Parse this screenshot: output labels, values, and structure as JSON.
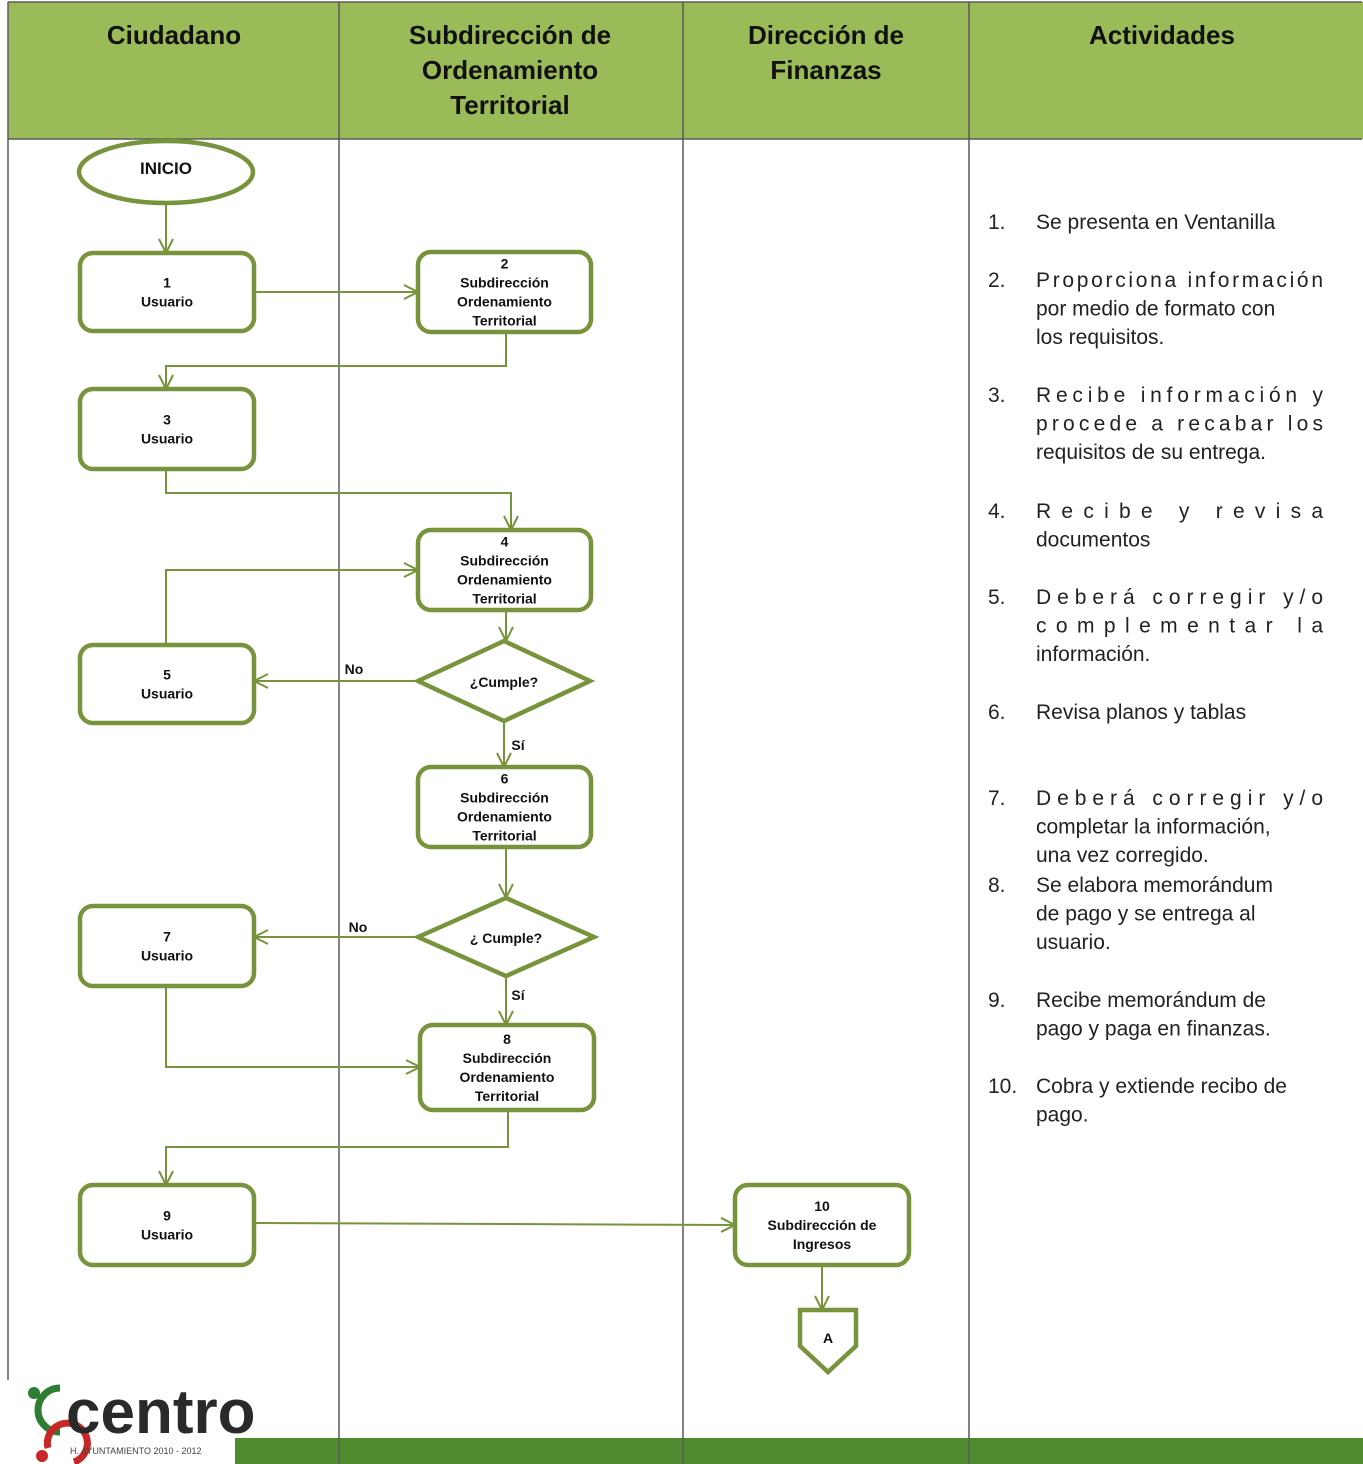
{
  "colors": {
    "header_bg": "#9bbb59",
    "footer_bg": "#4f8a2f",
    "shape_stroke": "#77933c",
    "grid_line": "#5a5a5a"
  },
  "headers": {
    "ciudadano": [
      "Ciudadano"
    ],
    "subdireccion": [
      "Subdirección  de",
      "Ordenamiento",
      "Territorial"
    ],
    "finanzas": [
      "Dirección de",
      "Finanzas"
    ],
    "actividades": [
      "Actividades"
    ]
  },
  "flow": {
    "start": "INICIO",
    "box_1": [
      "1",
      "Usuario"
    ],
    "box_2": [
      "2",
      "Subdirección",
      "Ordenamiento",
      "Territorial"
    ],
    "box_3": [
      "3",
      "Usuario"
    ],
    "box_4": [
      "4",
      "Subdirección",
      "Ordenamiento",
      "Territorial"
    ],
    "box_5": [
      "5",
      "Usuario"
    ],
    "decision_1": "¿Cumple?",
    "box_6": [
      "6",
      "Subdirección",
      "Ordenamiento",
      "Territorial"
    ],
    "box_7": [
      "7",
      "Usuario"
    ],
    "decision_2": "¿ Cumple?",
    "box_8": [
      "8",
      "Subdirección",
      "Ordenamiento",
      "Territorial"
    ],
    "box_9": [
      "9",
      "Usuario"
    ],
    "box_10": [
      "10",
      "Subdirección de",
      "Ingresos"
    ],
    "connector": "A",
    "label_no": "No",
    "label_si": "Sí"
  },
  "activities": [
    {
      "num": "1.",
      "lines": [
        [
          "Se presenta en Ventanilla"
        ]
      ]
    },
    {
      "num": "2.",
      "lines": [
        [
          "Proporciona",
          "información"
        ],
        [
          "por medio de  formato con"
        ],
        [
          "los requisitos."
        ]
      ]
    },
    {
      "num": "3.",
      "lines": [
        [
          "Recibe",
          "información",
          "y"
        ],
        [
          "procede",
          "a",
          "recabar",
          "los"
        ],
        [
          "requisitos de su entrega."
        ]
      ]
    },
    {
      "num": "4.",
      "lines": [
        [
          "Recibe",
          "y",
          "revisa"
        ],
        [
          "documentos"
        ]
      ]
    },
    {
      "num": "5.",
      "lines": [
        [
          "Deberá",
          "corregir",
          "y/o"
        ],
        [
          "complementar",
          "la"
        ],
        [
          "información."
        ]
      ]
    },
    {
      "num": "6.",
      "lines": [
        [
          "Revisa planos y tablas"
        ]
      ]
    },
    {
      "num": "7.",
      "lines": [
        [
          "Deberá",
          "corregir",
          "y/o"
        ],
        [
          "completar la información,"
        ],
        [
          "una vez corregido."
        ]
      ]
    },
    {
      "num": "8.",
      "lines": [
        [
          "Se elabora memorándum"
        ],
        [
          "de pago y se entrega al"
        ],
        [
          "usuario."
        ]
      ]
    },
    {
      "num": "9.",
      "lines": [
        [
          "Recibe memorándum de"
        ],
        [
          "pago y paga en finanzas."
        ]
      ]
    },
    {
      "num": "10.",
      "lines": [
        [
          "Cobra y extiende recibo de"
        ],
        [
          "pago."
        ]
      ]
    }
  ],
  "logo": {
    "name": "centro",
    "subtitle": "H. AYUNTAMIENTO 2010 - 2012"
  }
}
